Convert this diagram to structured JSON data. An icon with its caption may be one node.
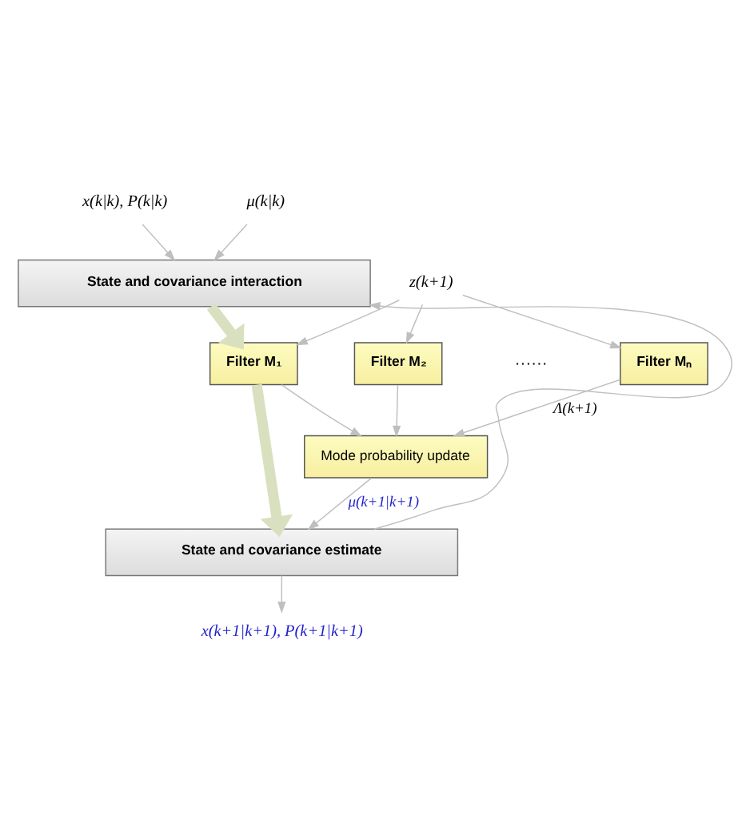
{
  "diagram": {
    "nodes": [
      {
        "text": [
          "x(k|k), P(k|k)"
        ]
      },
      {
        "text": [
          "μ(k|k)"
        ]
      },
      {
        "text": [
          "State and covariance interaction"
        ]
      },
      {
        "text": [
          "z(k+1)"
        ]
      },
      {
        "text": [
          "Filter M₁"
        ]
      },
      {
        "text": [
          "Filter M₂"
        ]
      },
      {
        "text": [
          "Filter Mₙ"
        ]
      },
      {
        "text": [
          "Mode probability update"
        ]
      },
      {
        "text": [
          "State and covariance estimate"
        ]
      },
      {
        "text": [
          "x(k+1|k+1), P(k+1|k+1)"
        ]
      }
    ],
    "edges": [
      {
        "from": 0,
        "to": 2,
        "arrow": "to"
      },
      {
        "from": 1,
        "to": 2,
        "arrow": "to"
      },
      {
        "from": 2,
        "to": 4,
        "arrow": "to",
        "style": "thick",
        "color": "#d9e0bf"
      },
      {
        "from": 3,
        "to": 4,
        "arrow": "to"
      },
      {
        "from": 3,
        "to": 5,
        "arrow": "to"
      },
      {
        "from": 3,
        "to": 6,
        "arrow": "to"
      },
      {
        "from": 4,
        "to": 7,
        "arrow": "to"
      },
      {
        "from": 5,
        "to": 7,
        "arrow": "to"
      },
      {
        "from": 6,
        "to": 7,
        "arrow": "to",
        "label": "Λ(k+1)"
      },
      {
        "from": 7,
        "to": 8,
        "arrow": "to",
        "label": "μ(k+1|k+1)"
      },
      {
        "from": 4,
        "to": 8,
        "arrow": "to",
        "style": "thick",
        "color": "#d9e0bf"
      },
      {
        "from": 8,
        "to": 2,
        "arrow": "to"
      },
      {
        "from": 8,
        "to": 9,
        "arrow": "to"
      }
    ],
    "labels": [
      "······"
    ]
  }
}
